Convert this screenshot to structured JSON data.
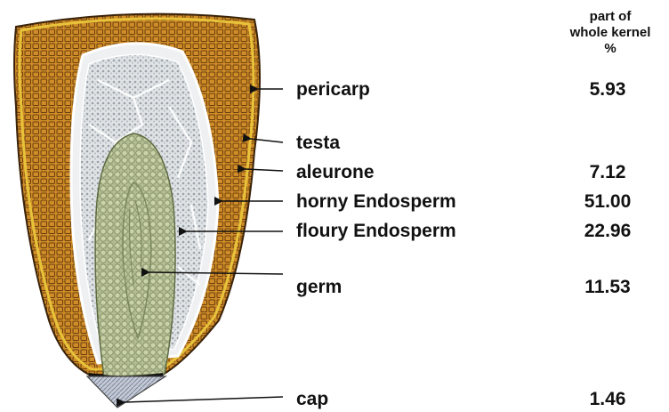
{
  "column_header": [
    "part of",
    "whole kernel",
    "%"
  ],
  "parts": [
    {
      "name": "pericarp",
      "percent": "5.93"
    },
    {
      "name": "testa",
      "percent": ""
    },
    {
      "name": "aleurone",
      "percent": "7.12"
    },
    {
      "name": "horny Endosperm",
      "percent": "51.00"
    },
    {
      "name": "floury Endosperm",
      "percent": "22.96"
    },
    {
      "name": "germ",
      "percent": "11.53"
    },
    {
      "name": "cap",
      "percent": "1.46"
    }
  ],
  "colors": {
    "pericarp": "#c98a2a",
    "pericarp_cells": "#7a4a12",
    "horny_endosperm": "#e9ecef",
    "floury_endosperm": "#c9ced3",
    "germ": "#a9b58c",
    "cap": "#b5bccb",
    "outline": "#222222"
  }
}
